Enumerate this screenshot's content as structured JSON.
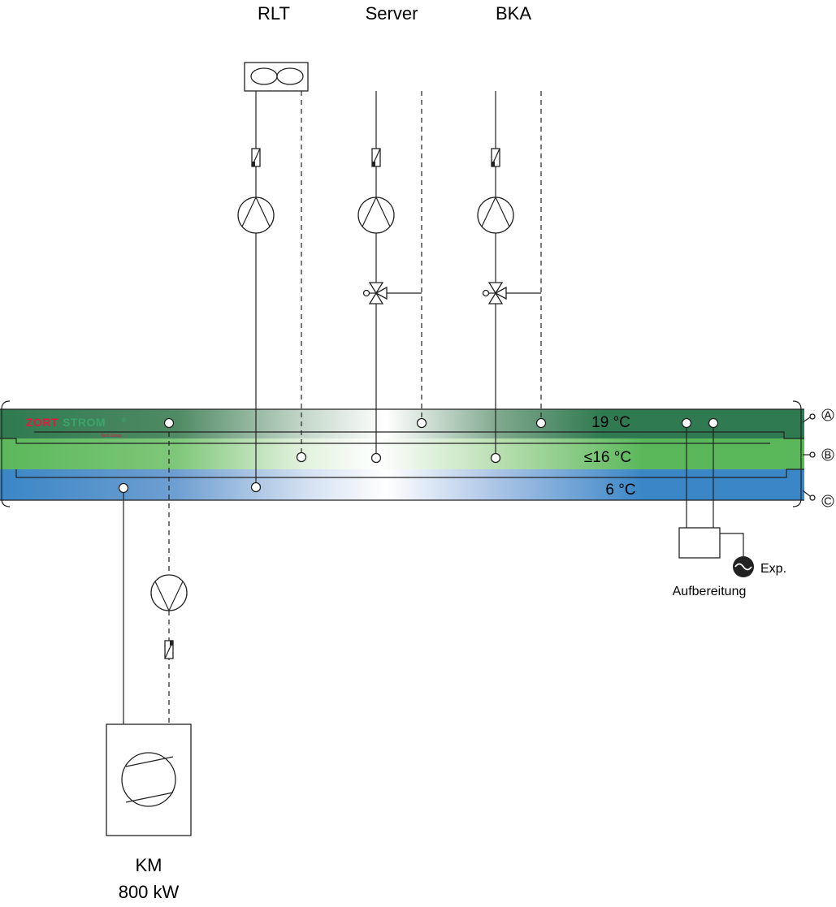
{
  "consumers": {
    "rlt": "RLT",
    "server": "Server",
    "bka": "BKA"
  },
  "storage": {
    "brand_part1": "ZORT",
    "brand_part2": "STROM",
    "brand_reg": "®",
    "brand_sub": "Tech Group",
    "layer_a": {
      "marker": "A",
      "temp": "19 °C",
      "color": "#2e7d4f"
    },
    "layer_b": {
      "marker": "B",
      "temp": "≤16 °C",
      "color": "#5cb85c"
    },
    "layer_c": {
      "marker": "C",
      "temp": "6 °C",
      "color": "#3a87c6"
    }
  },
  "treatment": {
    "label": "Aufbereitung",
    "expansion": "Exp."
  },
  "chiller": {
    "name": "KM",
    "capacity": "800 kW"
  }
}
